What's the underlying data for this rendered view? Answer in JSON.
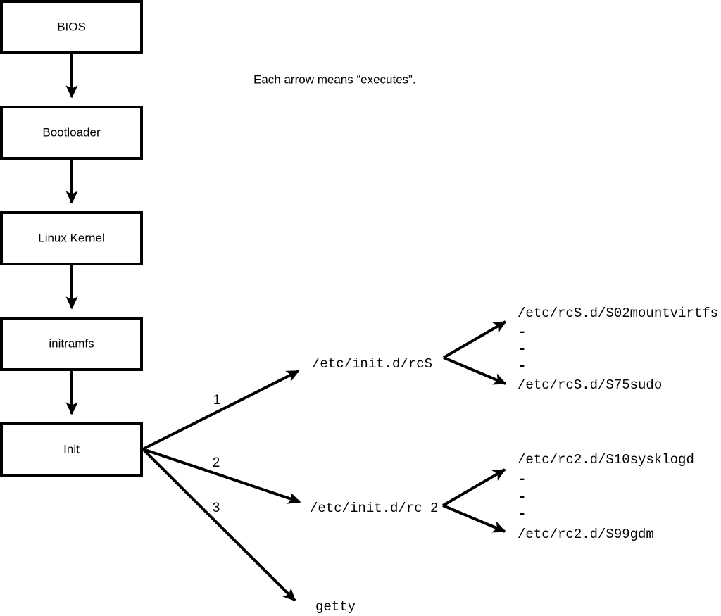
{
  "diagram": {
    "title_caption": "Each arrow means “executes”.",
    "boot_chain": [
      {
        "id": "bios",
        "label": "BIOS"
      },
      {
        "id": "bootloader",
        "label": "Bootloader"
      },
      {
        "id": "kernel",
        "label": "Linux Kernel"
      },
      {
        "id": "initramfs",
        "label": "initramfs"
      },
      {
        "id": "init",
        "label": "Init"
      }
    ],
    "init_branches": [
      {
        "number": "1",
        "target": "/etc/init.d/rcS"
      },
      {
        "number": "2",
        "target": "/etc/init.d/rc 2"
      },
      {
        "number": "3",
        "target": "getty"
      }
    ],
    "rcs_scripts": {
      "first": "/etc/rcS.d/S02mountvirtfs",
      "ellipsis": [
        "-",
        "-",
        "-"
      ],
      "last": "/etc/rcS.d/S75sudo"
    },
    "rc2_scripts": {
      "first": "/etc/rc2.d/S10sysklogd",
      "ellipsis": [
        "-",
        "-",
        "-"
      ],
      "last": "/etc/rc2.d/S99gdm"
    },
    "colors": {
      "stroke": "#000000",
      "background": "#ffffff"
    }
  }
}
